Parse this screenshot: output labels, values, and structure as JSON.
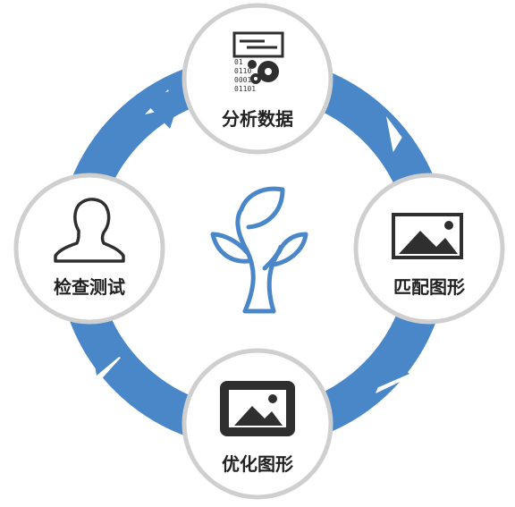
{
  "diagram": {
    "nodes": [
      {
        "id": "analyze",
        "label": "分析数据",
        "icon": "data-gears-icon"
      },
      {
        "id": "match",
        "label": "匹配图形",
        "icon": "image-icon"
      },
      {
        "id": "optimize",
        "label": "优化图形",
        "icon": "framed-image-icon"
      },
      {
        "id": "test",
        "label": "检查测试",
        "icon": "user-icon"
      }
    ],
    "center_icon": "sprout-tree-icon",
    "cycle_direction": "clockwise",
    "code_lines": [
      "01",
      "0110",
      "0001",
      "01101"
    ]
  },
  "colors": {
    "arrow_blue": "#4a87c8",
    "arrow_blue_dark": "#3b74b3",
    "node_ring": "#cfcfcf",
    "node_fill": "#ffffff",
    "icon_dark": "#2f2f2f",
    "center_icon_blue": "#4a87c8"
  }
}
